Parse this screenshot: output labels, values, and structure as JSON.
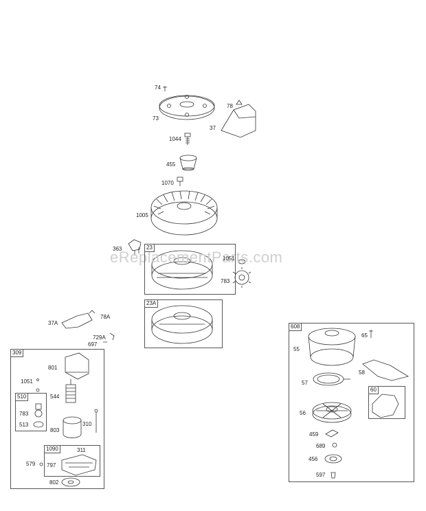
{
  "watermark": "eReplacementParts.com",
  "parts": {
    "p74": "74",
    "p78": "78",
    "p73": "73",
    "p37": "37",
    "p1044": "1044",
    "p455": "455",
    "p1070": "1070",
    "p1005": "1005",
    "p363": "363",
    "p1051a": "1051",
    "p783a": "783",
    "p37A": "37A",
    "p78A": "78A",
    "p729A": "729A",
    "p697": "697",
    "p801": "801",
    "p1051b": "1051",
    "p544": "544",
    "p783b": "783",
    "p513": "513",
    "p803": "803",
    "p310": "310",
    "p311": "311",
    "p579": "579",
    "p797": "797",
    "p802": "802",
    "p65": "65",
    "p55": "55",
    "p58": "58",
    "p57": "57",
    "p56": "56",
    "p459": "459",
    "p689": "689",
    "p456": "456",
    "p597": "597"
  },
  "boxes": {
    "b23": "23",
    "b23A": "23A",
    "b309": "309",
    "b510": "510",
    "b1090": "1090",
    "b608": "608",
    "b60": "60"
  }
}
